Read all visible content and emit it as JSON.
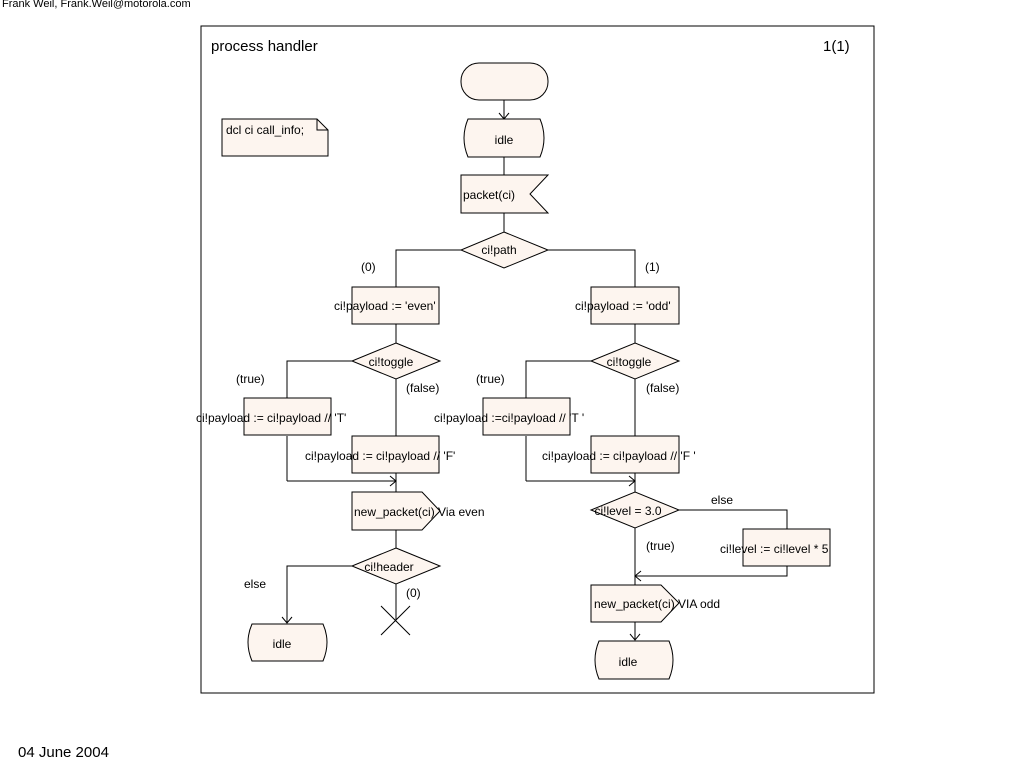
{
  "page": {
    "author": "Frank Weil, Frank.Weil@motorola.com",
    "date": "04 June 2004"
  },
  "diagram": {
    "title": "process handler",
    "page_number": "1(1)",
    "declaration": "dcl ci call_info;",
    "nodes": {
      "start": "",
      "idle_top": "idle",
      "input_packet": "packet(ci)",
      "decision_path": "ci!path",
      "task_even": "ci!payload := 'even'",
      "task_odd": "ci!payload := 'odd'",
      "decision_toggle_left": "ci!toggle",
      "decision_toggle_right": "ci!toggle",
      "task_left_true": "ci!payload := ci!payload // 'T'",
      "task_left_false": "ci!payload := ci!payload // 'F'",
      "task_right_true": "ci!payload :=ci!payload // 'T '",
      "task_right_false": "ci!payload := ci!payload // 'F '",
      "output_even": "new_packet(ci) Via even",
      "decision_header": "ci!header",
      "idle_bottom_left": "idle",
      "decision_level": "ci!level = 3.0",
      "task_level": "ci!level := ci!level * 5",
      "output_odd": "new_packet(ci) VIA odd",
      "idle_bottom_right": "idle"
    },
    "edge_labels": {
      "path_zero": "(0)",
      "path_one": "(1)",
      "toggle_left_true": "(true)",
      "toggle_left_false": "(false)",
      "toggle_right_true": "(true)",
      "toggle_right_false": "(false)",
      "header_else": "else",
      "header_zero": "(0)",
      "level_else": "else",
      "level_true": "(true)"
    }
  }
}
